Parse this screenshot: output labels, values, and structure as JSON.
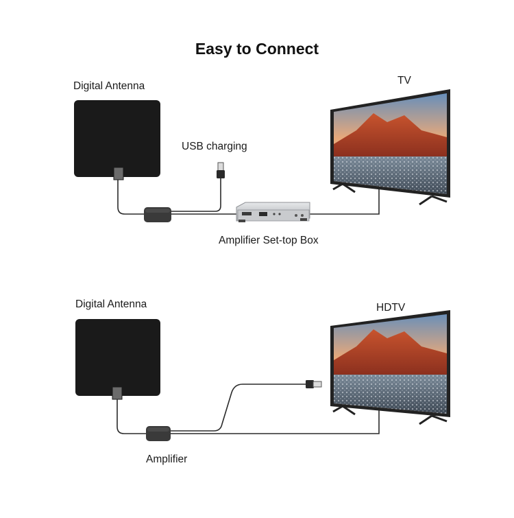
{
  "title": "Easy to Connect",
  "top_diagram": {
    "antenna_label": "Digital Antenna",
    "usb_label": "USB charging",
    "box_label": "Amplifier Set-top Box",
    "tv_label": "TV"
  },
  "bottom_diagram": {
    "antenna_label": "Digital Antenna",
    "amplifier_label": "Amplifier",
    "tv_label": "HDTV"
  },
  "colors": {
    "antenna": "#1a1a1a",
    "cable": "#2a2a2a",
    "tv_frame": "#222222",
    "set_top_box": "#c8cacc"
  }
}
